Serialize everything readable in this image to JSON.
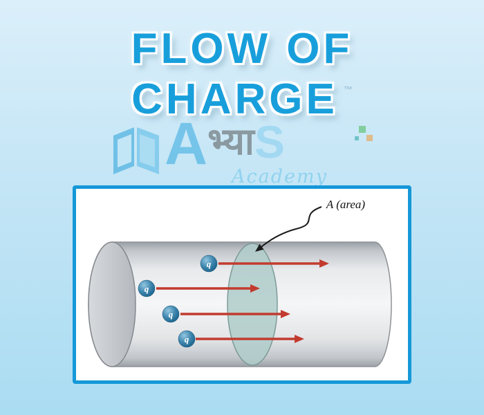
{
  "page": {
    "background_top": "#dbeffa",
    "background_bottom": "#aadcf2"
  },
  "title": {
    "line1": "FLOW OF",
    "line2": "CHARGE",
    "trademark": "™",
    "color": "#189fdb"
  },
  "watermark": {
    "letter_a": "A",
    "devanagari": "भ्या",
    "letter_s": "S",
    "academy": "Academy"
  },
  "diagram": {
    "area_label": "A (area)",
    "charges": [
      {
        "label": "q"
      },
      {
        "label": "q"
      },
      {
        "label": "q"
      },
      {
        "label": "q"
      }
    ],
    "colors": {
      "box_border": "#1598d8",
      "arrow_red": "#c23b2e",
      "charge_blue": "#2e7ba6",
      "cross_section_teal": "#afccca",
      "cylinder_gray": "#e8eaec"
    }
  }
}
